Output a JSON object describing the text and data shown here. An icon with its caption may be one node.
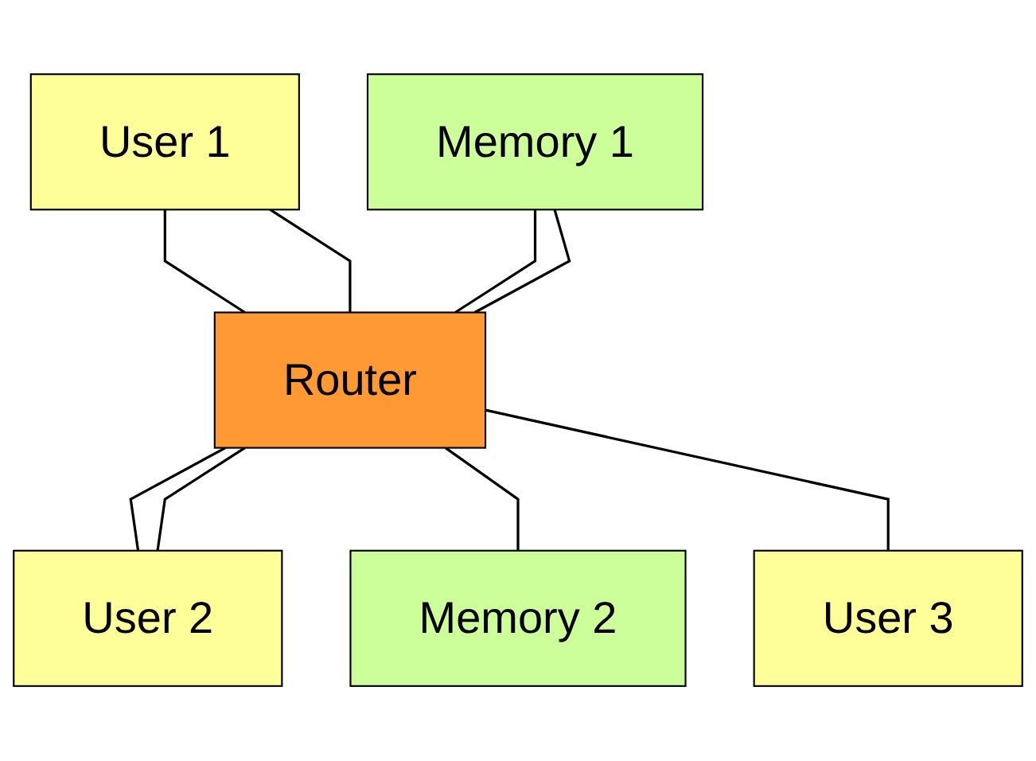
{
  "diagram": {
    "nodes": [
      {
        "text": [
          "User 1"
        ]
      },
      {
        "text": [
          "Memory 1"
        ]
      },
      {
        "text": [
          "Router"
        ]
      },
      {
        "text": [
          "User 2"
        ]
      },
      {
        "text": [
          "Memory 2"
        ]
      },
      {
        "text": [
          "User 3"
        ]
      }
    ],
    "edges": [
      {
        "from": 0,
        "to": 2,
        "arrow": "none"
      },
      {
        "from": 0,
        "to": 2,
        "arrow": "none"
      },
      {
        "from": 1,
        "to": 2,
        "arrow": "none"
      },
      {
        "from": 1,
        "to": 2,
        "arrow": "none"
      },
      {
        "from": 2,
        "to": 3,
        "arrow": "none"
      },
      {
        "from": 2,
        "to": 3,
        "arrow": "none"
      },
      {
        "from": 2,
        "to": 4,
        "arrow": "none"
      },
      {
        "from": 2,
        "to": 5,
        "arrow": "none"
      }
    ]
  }
}
